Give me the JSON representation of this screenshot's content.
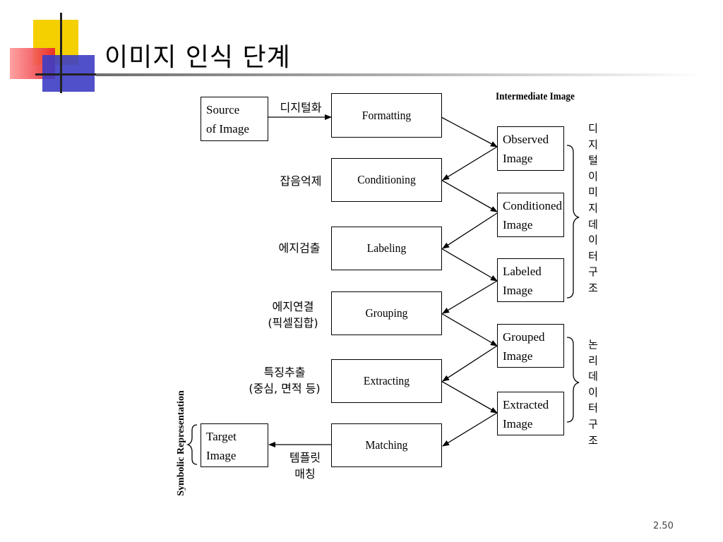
{
  "slide": {
    "title": "이미지 인식 단계",
    "page_number": "2.50"
  },
  "diagram": {
    "intermediate_header": "Intermediate Image",
    "side_label": "Symbolic Representation",
    "source_box": [
      "Source",
      "of Image"
    ],
    "target_box": [
      "Target",
      "Image"
    ],
    "steps": [
      "Formatting",
      "Conditioning",
      "Labeling",
      "Grouping",
      "Extracting",
      "Matching"
    ],
    "images": [
      [
        "Observed",
        "Image"
      ],
      [
        "Conditioned",
        "Image"
      ],
      [
        "Labeled",
        "Image"
      ],
      [
        "Grouped",
        "Image"
      ],
      [
        "Extracted",
        "Image"
      ]
    ],
    "step_notes": [
      [
        "디지털화"
      ],
      [
        "잡음억제"
      ],
      [
        "에지검출"
      ],
      [
        "에지연결",
        "(픽셀집합)"
      ],
      [
        "특징추출",
        "(중심, 면적 등)"
      ],
      [
        "템플릿",
        "매칭"
      ]
    ],
    "brace_label_digital": "디\n지\n털\n이\n미\n지\n데\n이\n터\n구\n조",
    "brace_label_logical": "논\n리\n데\n이\n터\n구\n조"
  }
}
